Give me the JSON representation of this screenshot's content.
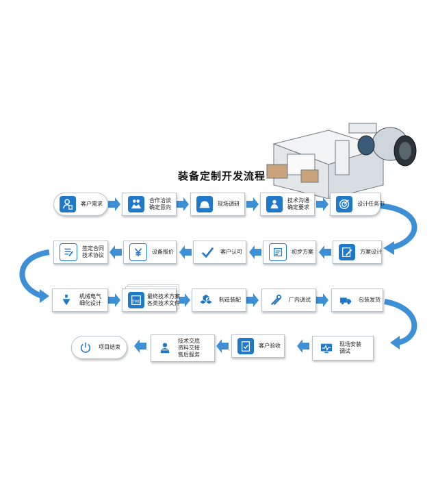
{
  "title": "装备定制开发流程",
  "steps": [
    {
      "id": "s1",
      "lines": [
        "客户需求"
      ],
      "icon": "user-doc-icon"
    },
    {
      "id": "s2",
      "lines": [
        "合作洽谈",
        "确定意向"
      ],
      "icon": "handshake-icon"
    },
    {
      "id": "s3",
      "lines": [
        "现场调研"
      ],
      "icon": "helmet-icon"
    },
    {
      "id": "s4",
      "lines": [
        "技术沟通",
        "确定要求"
      ],
      "icon": "people-icon"
    },
    {
      "id": "s5",
      "lines": [
        "设计任务书"
      ],
      "icon": "target-icon"
    },
    {
      "id": "s6",
      "lines": [
        "方案设计"
      ],
      "icon": "pencil-icon"
    },
    {
      "id": "s7",
      "lines": [
        "初步方案"
      ],
      "icon": "blueprint-icon"
    },
    {
      "id": "s8",
      "lines": [
        "客户认可"
      ],
      "icon": "check-icon"
    },
    {
      "id": "s9",
      "lines": [
        "设备报价"
      ],
      "icon": "yen-icon"
    },
    {
      "id": "s10",
      "lines": [
        "签定合同",
        "技术协议"
      ],
      "icon": "contract-icon"
    },
    {
      "id": "s11",
      "lines": [
        "机械电气",
        "细化设计"
      ],
      "icon": "gripper-icon"
    },
    {
      "id": "s12",
      "lines": [
        "最终技术方案",
        "各类技术文件"
      ],
      "icon": "dwg-icon"
    },
    {
      "id": "s13",
      "lines": [
        "制造装配"
      ],
      "icon": "cubes-icon"
    },
    {
      "id": "s14",
      "lines": [
        "厂内调试"
      ],
      "icon": "tools-icon"
    },
    {
      "id": "s15",
      "lines": [
        "包装发货"
      ],
      "icon": "truck-icon"
    },
    {
      "id": "s16",
      "lines": [
        "现场安装",
        "调试"
      ],
      "icon": "monitor-icon"
    },
    {
      "id": "s17",
      "lines": [
        "客户验收"
      ],
      "icon": "clipboard-check-icon"
    },
    {
      "id": "s18",
      "lines": [
        "技术交底",
        "资料交接",
        "售后服务"
      ],
      "icon": "service-icon"
    },
    {
      "id": "s19",
      "lines": [
        "项目结束"
      ],
      "icon": "power-icon"
    }
  ],
  "colors": {
    "icon_bg": "#1f78c8",
    "arrow": "#3d8fd6",
    "box_border": "#b9c3cc"
  }
}
